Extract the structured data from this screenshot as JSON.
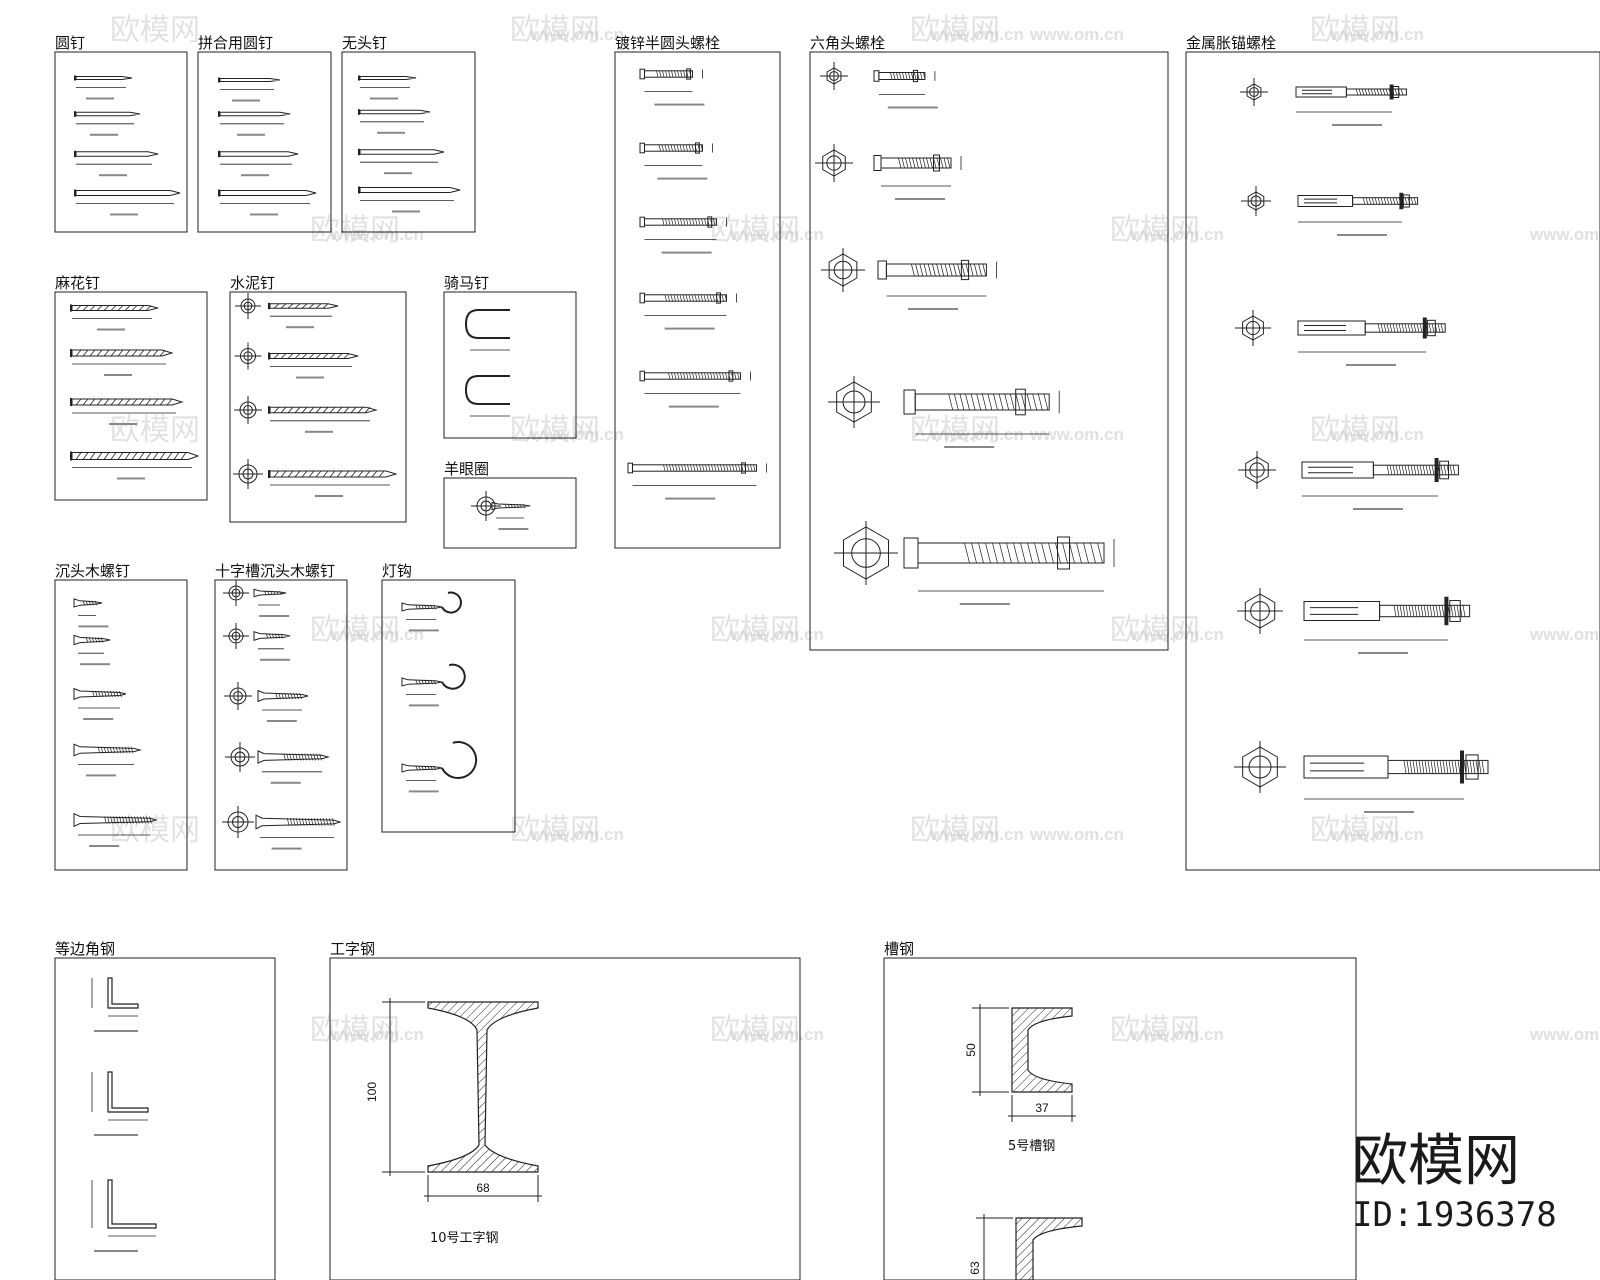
{
  "panels": [
    {
      "id": "p1",
      "title": "圆钉"
    },
    {
      "id": "p2",
      "title": "拼合用圆钉"
    },
    {
      "id": "p3",
      "title": "无头钉"
    },
    {
      "id": "p4",
      "title": "镀锌半圆头螺栓"
    },
    {
      "id": "p5",
      "title": "六角头螺栓"
    },
    {
      "id": "p6",
      "title": "金属胀锚螺栓"
    },
    {
      "id": "p7",
      "title": "麻花钉"
    },
    {
      "id": "p8",
      "title": "水泥钉"
    },
    {
      "id": "p9",
      "title": "骑马钉"
    },
    {
      "id": "p10",
      "title": "羊眼圈"
    },
    {
      "id": "p11",
      "title": "沉头木螺钉"
    },
    {
      "id": "p12",
      "title": "十字槽沉头木螺钉"
    },
    {
      "id": "p13",
      "title": "灯钩"
    },
    {
      "id": "p14",
      "title": "等边角钢"
    },
    {
      "id": "p15",
      "title": "工字钢"
    },
    {
      "id": "p16",
      "title": "槽钢"
    }
  ],
  "dimensions": {
    "i_beam_height": "100",
    "i_beam_width": "68",
    "i_beam_name": "10号工字钢",
    "channel_height": "50",
    "channel_width": "37",
    "channel_name": "5号槽钢",
    "channel2_height": "63"
  },
  "watermark": {
    "brand": "欧模网",
    "id": "ID:1936378",
    "tile_text": "欧模网",
    "tile_url": "www.om.cn"
  }
}
